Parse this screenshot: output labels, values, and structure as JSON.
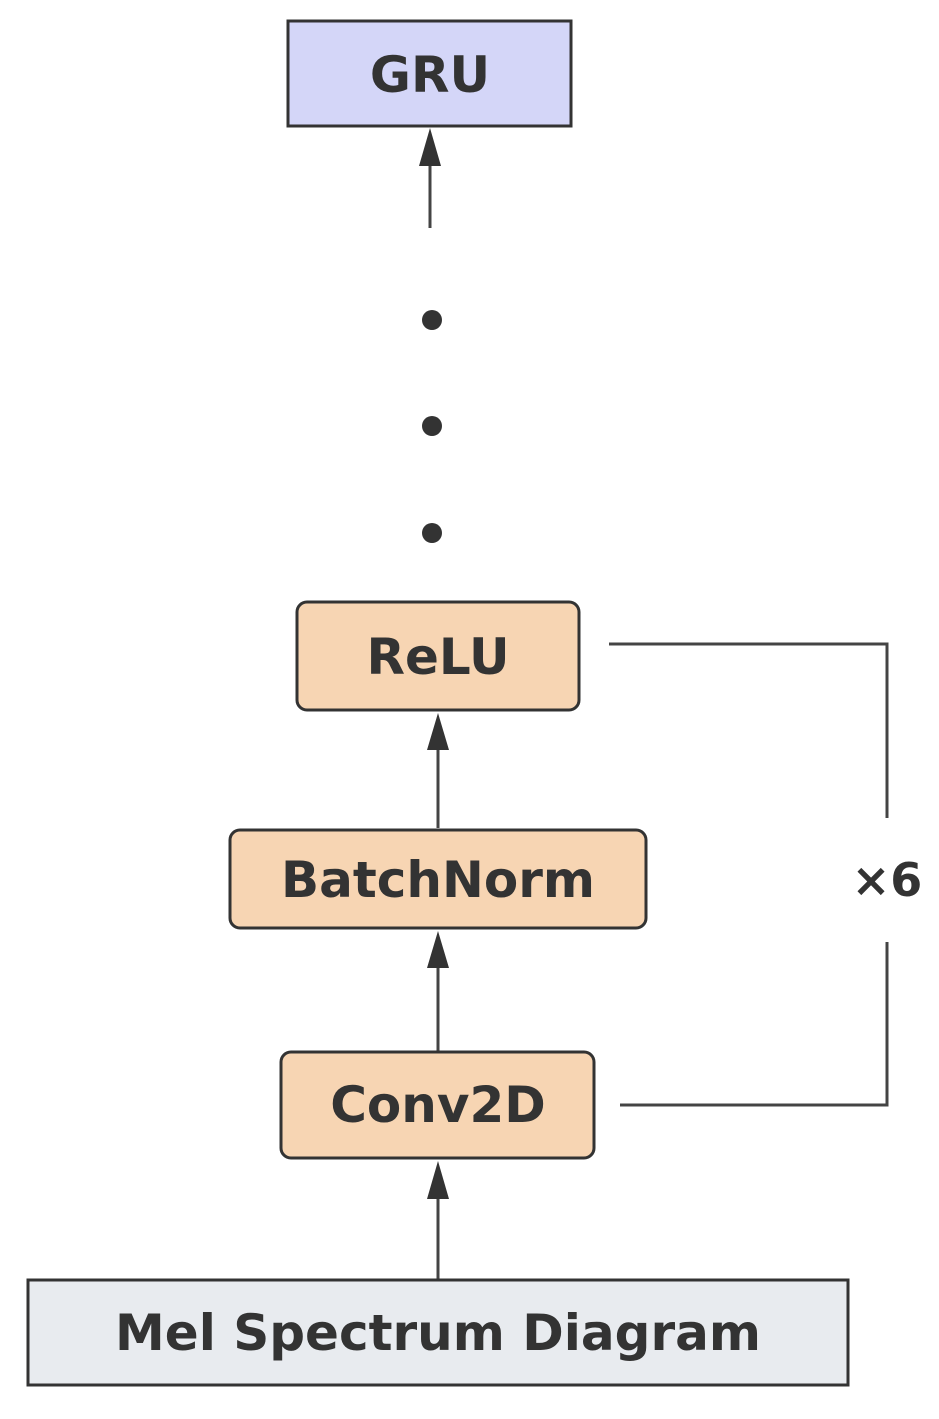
{
  "nodes": {
    "gru": {
      "label": "GRU",
      "fill": "#d4d6f8"
    },
    "relu": {
      "label": "ReLU",
      "fill": "#f7d5b3"
    },
    "batchnorm": {
      "label": "BatchNorm",
      "fill": "#f7d5b3"
    },
    "conv2d": {
      "label": "Conv2D",
      "fill": "#f7d5b3"
    },
    "input": {
      "label": "Mel Spectrum Diagram",
      "fill": "#e8ebef"
    }
  },
  "repeat": {
    "label": "×6"
  },
  "colors": {
    "stroke": "#333333",
    "line": "#444444"
  }
}
